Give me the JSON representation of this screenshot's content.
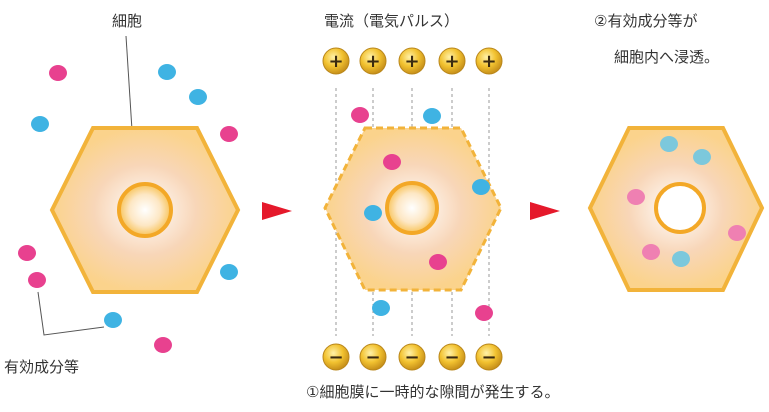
{
  "labels": {
    "cell": "細胞",
    "current": "電流（電気パルス）",
    "result_line1": "②有効成分等が",
    "result_line2": "細胞内へ浸透。",
    "ingredients": "有効成分等",
    "caption": "①細胞膜に一時的な隙間が発生する。"
  },
  "symbols": {
    "positive": "+",
    "negative": "−",
    "positive_count": 5,
    "negative_count": 5
  },
  "colors": {
    "cell_border": "#f2b33a",
    "cell_fill": "#fbd48c",
    "cell_center": "#ffffff",
    "nucleus_ring": "#f3a827",
    "ingredient_pink": "#e8418f",
    "ingredient_blue": "#3fb3e3",
    "ingredient_pink_light": "#ef80b2",
    "ingredient_blue_light": "#7cc8dc",
    "arrow_red": "#e5192b",
    "charge_gold": "#f2c230",
    "charge_dark": "#3a2a10",
    "field_line": "#9a9a9a"
  }
}
